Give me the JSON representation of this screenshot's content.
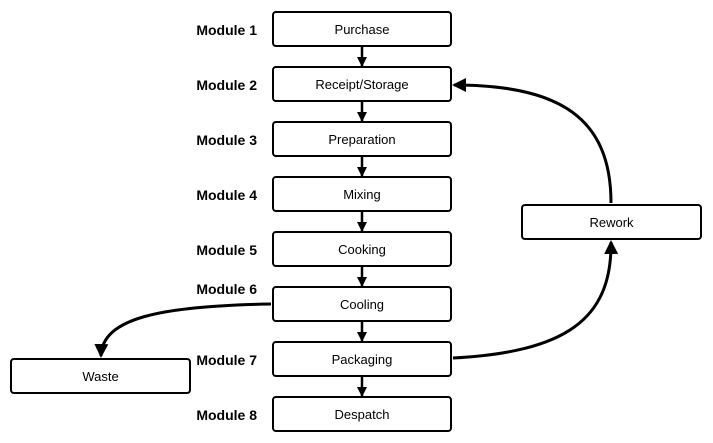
{
  "modules": [
    {
      "label": "Module 1",
      "step": "Purchase"
    },
    {
      "label": "Module 2",
      "step": "Receipt/Storage"
    },
    {
      "label": "Module 3",
      "step": "Preparation"
    },
    {
      "label": "Module 4",
      "step": "Mixing"
    },
    {
      "label": "Module 5",
      "step": "Cooking"
    },
    {
      "label": "Module 6",
      "step": "Cooling"
    },
    {
      "label": "Module 7",
      "step": "Packaging"
    },
    {
      "label": "Module 8",
      "step": "Despatch"
    }
  ],
  "side_boxes": {
    "rework": "Rework",
    "waste": "Waste"
  },
  "colors": {
    "stroke": "#000000",
    "background": "#ffffff"
  }
}
